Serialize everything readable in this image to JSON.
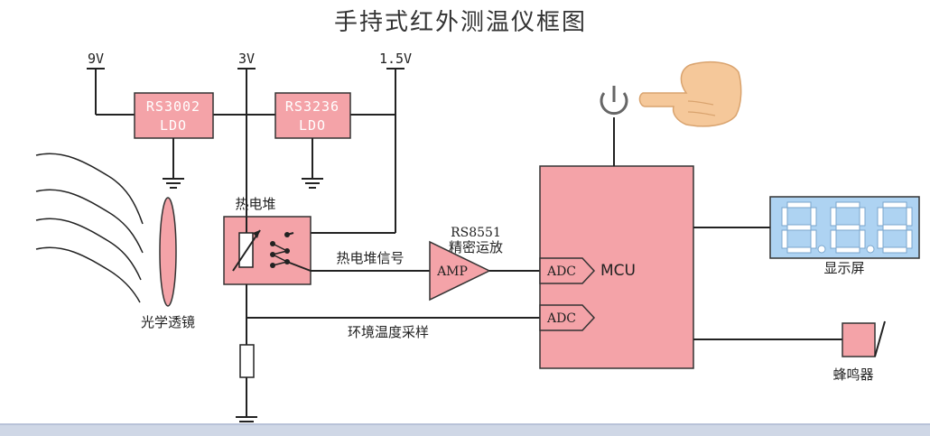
{
  "title": "手持式红外测温仪框图",
  "power": {
    "v9": "9V",
    "v3": "3V",
    "v15": "1.5V"
  },
  "ldo1": {
    "name": "RS3002",
    "type": "LDO"
  },
  "ldo2": {
    "name": "RS3236",
    "type": "LDO"
  },
  "thermopile_label": "热电堆",
  "lens_label": "光学透镜",
  "signal_label": "热电堆信号",
  "amp": {
    "part": "RS8551",
    "desc": "精密运放",
    "block": "AMP"
  },
  "adc1": "ADC",
  "adc2": "ADC",
  "mcu": "MCU",
  "ambient_label": "环境温度采样",
  "display_label": "显示屏",
  "buzzer_label": "蜂鸣器"
}
